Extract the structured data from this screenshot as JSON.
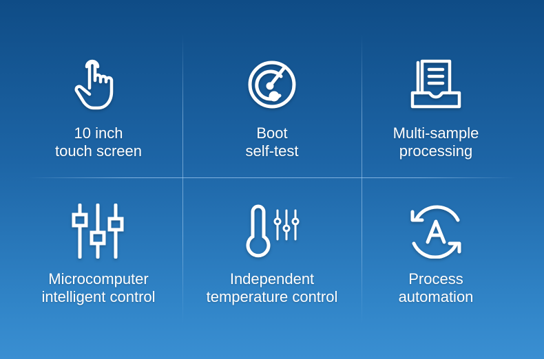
{
  "features": [
    {
      "icon": "touch-hand-icon",
      "line1": "10 inch",
      "line2": "touch screen"
    },
    {
      "icon": "radar-icon",
      "line1": "Boot",
      "line2": "self-test"
    },
    {
      "icon": "document-tray-icon",
      "line1": "Multi-sample",
      "line2": "processing"
    },
    {
      "icon": "sliders-icon",
      "line1": "Microcomputer",
      "line2": "intelligent control"
    },
    {
      "icon": "thermometer-sliders-icon",
      "line1": "Independent",
      "line2": "temperature control"
    },
    {
      "icon": "auto-cycle-icon",
      "line1": "Process",
      "line2": "automation"
    }
  ],
  "colors": {
    "bg_top": "#0f4c86",
    "bg_bottom": "#3a8fd2",
    "icon": "#ffffff"
  }
}
